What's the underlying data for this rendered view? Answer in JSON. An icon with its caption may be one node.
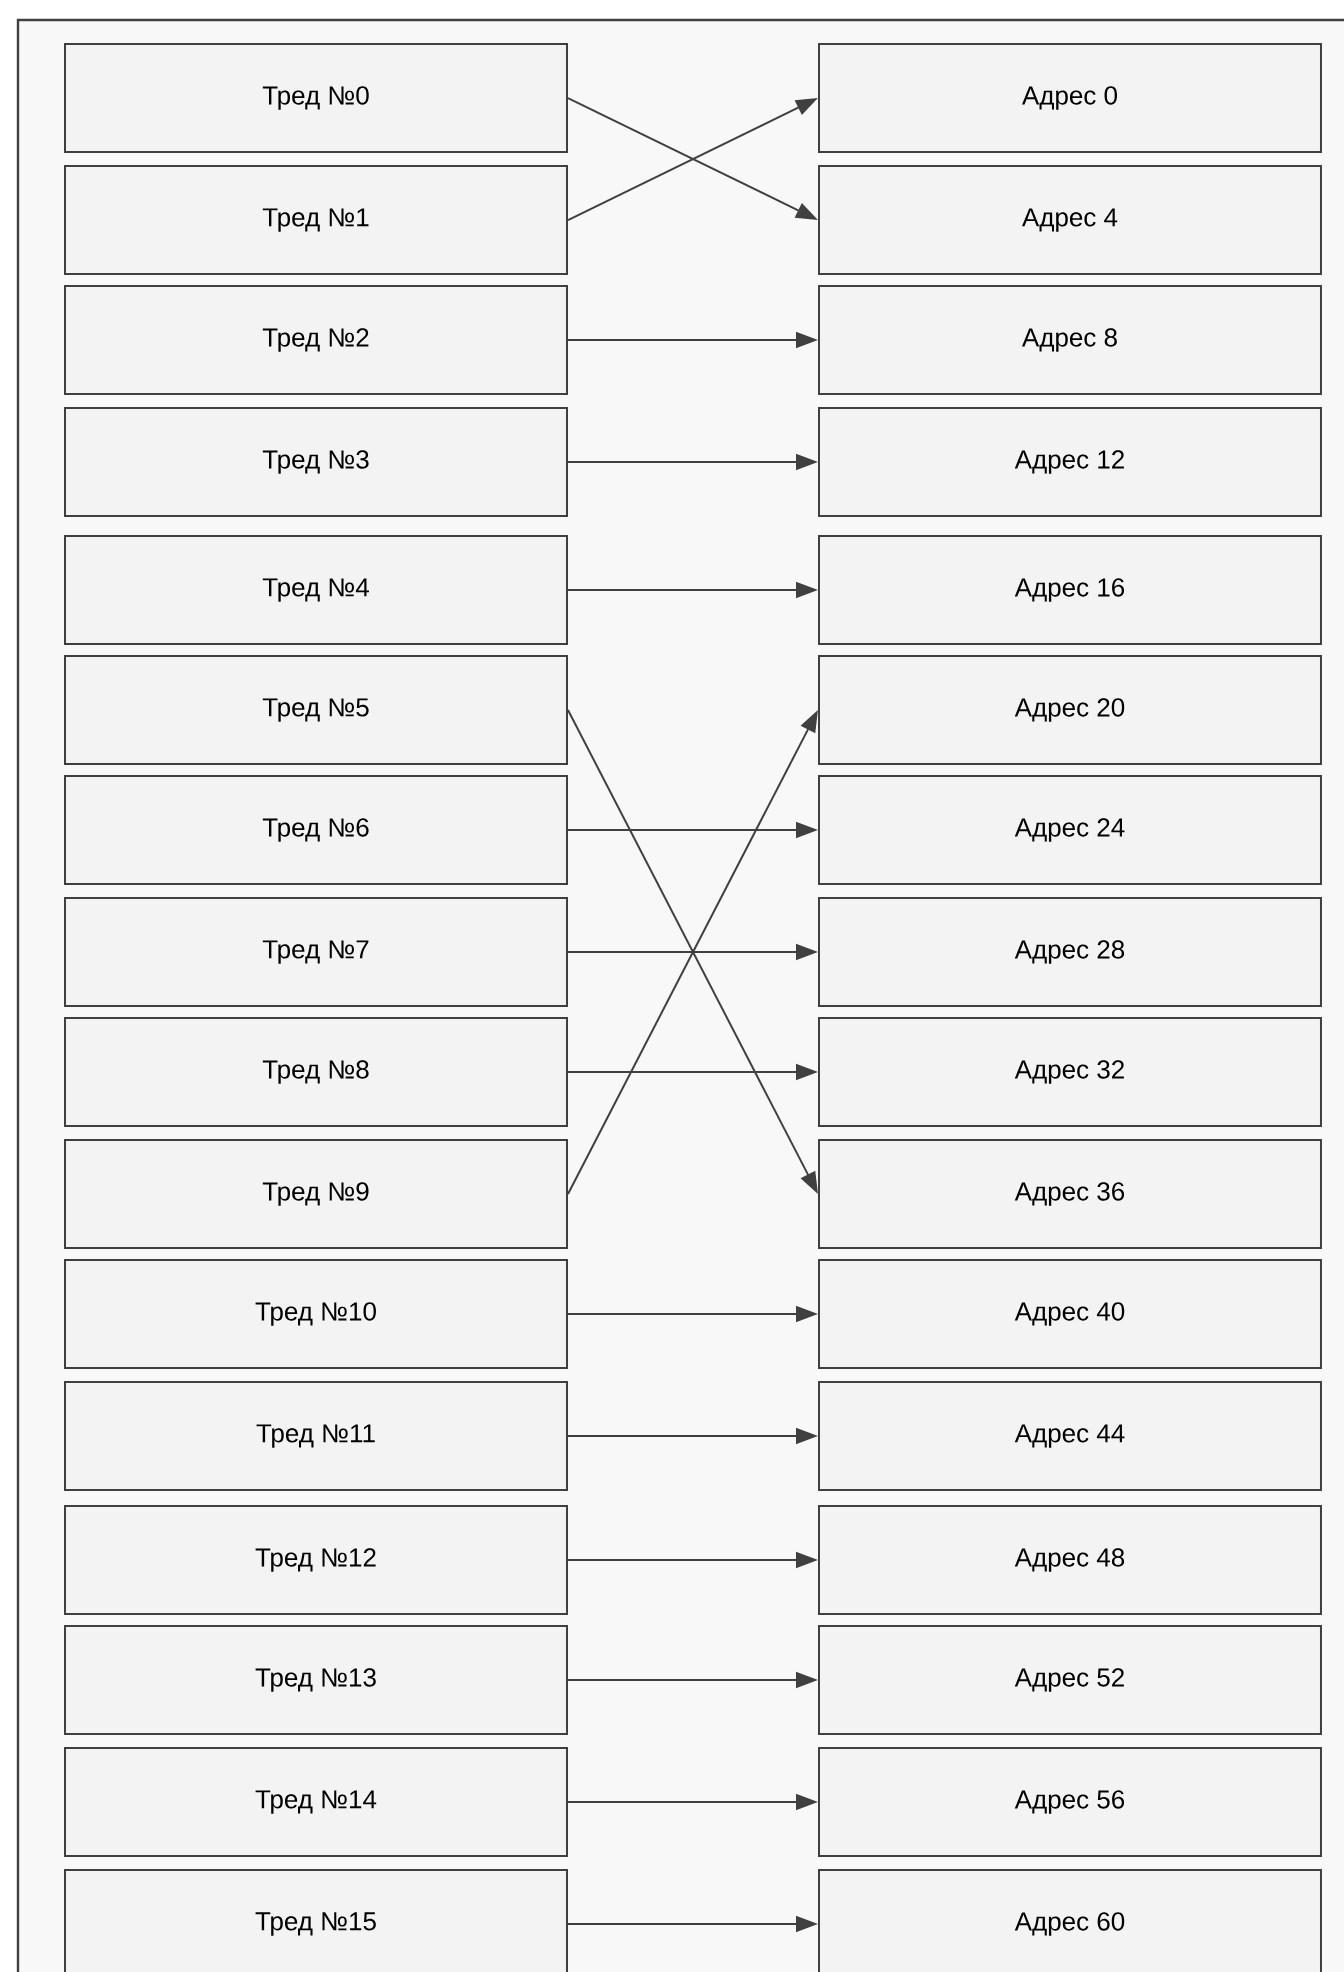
{
  "diagram": {
    "nodes": [
      {
        "text": [
          "Тред №0"
        ]
      },
      {
        "text": [
          "Адрес 0"
        ]
      },
      {
        "text": [
          "Тред №1"
        ]
      },
      {
        "text": [
          "Адрес 4"
        ]
      },
      {
        "text": [
          "Тред №2"
        ]
      },
      {
        "text": [
          "Адрес 8"
        ]
      },
      {
        "text": [
          "Тред №3"
        ]
      },
      {
        "text": [
          "Адрес 12"
        ]
      },
      {
        "text": [
          "Тред №4"
        ]
      },
      {
        "text": [
          "Адрес 16"
        ]
      },
      {
        "text": [
          "Тред №5"
        ]
      },
      {
        "text": [
          "Адрес 20"
        ]
      },
      {
        "text": [
          "Тред №6"
        ]
      },
      {
        "text": [
          "Адрес 24"
        ]
      },
      {
        "text": [
          "Тред №7"
        ]
      },
      {
        "text": [
          "Адрес 28"
        ]
      },
      {
        "text": [
          "Тред №8"
        ]
      },
      {
        "text": [
          "Адрес 32"
        ]
      },
      {
        "text": [
          "Тред №9"
        ]
      },
      {
        "text": [
          "Адрес 36"
        ]
      },
      {
        "text": [
          "Тред №10"
        ]
      },
      {
        "text": [
          "Адрес 40"
        ]
      },
      {
        "text": [
          "Тред №11"
        ]
      },
      {
        "text": [
          "Адрес 44"
        ]
      },
      {
        "text": [
          "Тред №12"
        ]
      },
      {
        "text": [
          "Адрес 48"
        ]
      },
      {
        "text": [
          "Тред №13"
        ]
      },
      {
        "text": [
          "Адрес 52"
        ]
      },
      {
        "text": [
          "Тред №14"
        ]
      },
      {
        "text": [
          "Адрес 56"
        ]
      },
      {
        "text": [
          "Тред №15"
        ]
      },
      {
        "text": [
          "Адрес 60"
        ]
      }
    ],
    "edges": [
      {
        "from": 0,
        "to": 3,
        "arrow": "to"
      },
      {
        "from": 2,
        "to": 1,
        "arrow": "to"
      },
      {
        "from": 4,
        "to": 5,
        "arrow": "to"
      },
      {
        "from": 6,
        "to": 7,
        "arrow": "to"
      },
      {
        "from": 8,
        "to": 9,
        "arrow": "to"
      },
      {
        "from": 10,
        "to": 19,
        "arrow": "to"
      },
      {
        "from": 12,
        "to": 13,
        "arrow": "to"
      },
      {
        "from": 14,
        "to": 15,
        "arrow": "to"
      },
      {
        "from": 16,
        "to": 17,
        "arrow": "to"
      },
      {
        "from": 18,
        "to": 11,
        "arrow": "to"
      },
      {
        "from": 20,
        "to": 21,
        "arrow": "to"
      },
      {
        "from": 22,
        "to": 23,
        "arrow": "to"
      },
      {
        "from": 24,
        "to": 25,
        "arrow": "to"
      },
      {
        "from": 26,
        "to": 27,
        "arrow": "to"
      },
      {
        "from": 28,
        "to": 29,
        "arrow": "to"
      },
      {
        "from": 30,
        "to": 31,
        "arrow": "to"
      }
    ]
  }
}
